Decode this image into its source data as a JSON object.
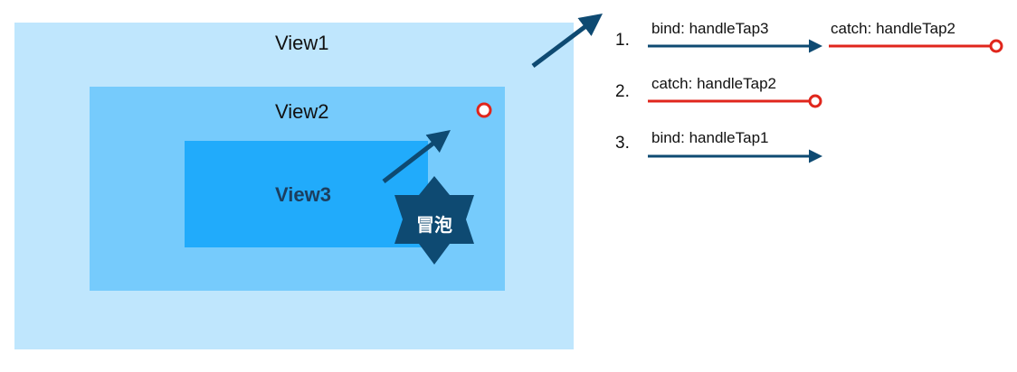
{
  "views": [
    {
      "label": "View1",
      "color": "#bfe6fd"
    },
    {
      "label": "View2",
      "color": "#76cbfc"
    },
    {
      "label": "View3",
      "color": "#21abfb"
    }
  ],
  "badge": {
    "label": "冒泡",
    "color": "#0e4a72"
  },
  "colors": {
    "bind_arrow": "#0e4a72",
    "catch_line": "#e0261c"
  },
  "steps": [
    {
      "number": "1.",
      "events": [
        {
          "type": "bind",
          "label": "bind: handleTap3"
        },
        {
          "type": "catch",
          "label": "catch: handleTap2"
        }
      ]
    },
    {
      "number": "2.",
      "events": [
        {
          "type": "catch",
          "label": "catch: handleTap2"
        }
      ]
    },
    {
      "number": "3.",
      "events": [
        {
          "type": "bind",
          "label": "bind: handleTap1"
        }
      ]
    }
  ]
}
